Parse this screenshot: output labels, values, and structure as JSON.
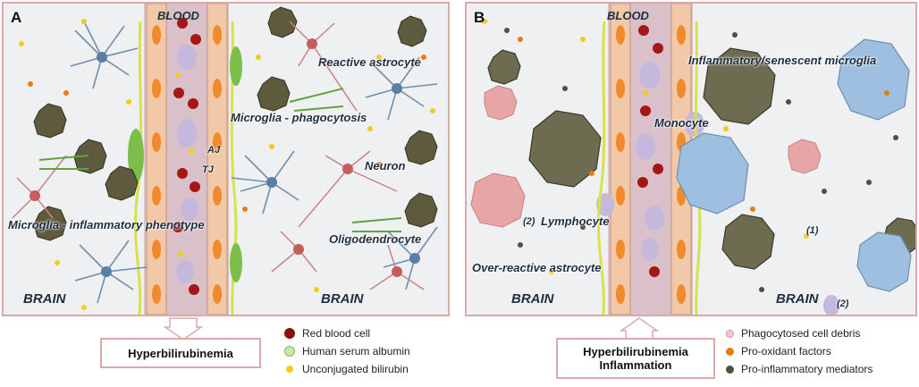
{
  "panel_a": {
    "letter": "A",
    "blood": "BLOOD",
    "brain_left": "BRAIN",
    "brain_right": "BRAIN",
    "labels": {
      "reactive_astrocyte": "Reactive astrocyte",
      "microglia_phagocytosis": "Microglia - phagocytosis",
      "aj": "AJ",
      "tj": "TJ",
      "neuron": "Neuron",
      "microglia_inflammatory": "Microglia - inflammatory phenotype",
      "oligodendrocyte": "Oligodendrocyte"
    },
    "condition": "Hyperbilirubinemia"
  },
  "panel_b": {
    "letter": "B",
    "blood": "BLOOD",
    "brain_left": "BRAIN",
    "brain_right": "BRAIN",
    "labels": {
      "inflammatory_microglia": "Inflammatory/senescent microglia",
      "monocyte": "Monocyte",
      "lymphocyte": "Lymphocyte",
      "lymphocyte_marker": "(2)",
      "over_reactive_astrocyte": "Over-reactive astrocyte",
      "marker_1": "(1)",
      "marker_2": "(2)"
    },
    "condition_line1": "Hyperbilirubinemia",
    "condition_line2": "Inflammation"
  },
  "legend_left": [
    {
      "label": "Red blood cell",
      "color": "#8b0f0f"
    },
    {
      "label": "Human serum albumin",
      "color": "#c9e6a8"
    },
    {
      "label": "Unconjugated bilirubin",
      "color": "#f2cc1d"
    }
  ],
  "legend_right": [
    {
      "label": "Phagocytosed cell debris",
      "color": "#f2c9d2"
    },
    {
      "label": "Pro-oxidant factors",
      "color": "#ea7b10"
    },
    {
      "label": "Pro-inflammatory mediators",
      "color": "#4f4f3b"
    }
  ]
}
